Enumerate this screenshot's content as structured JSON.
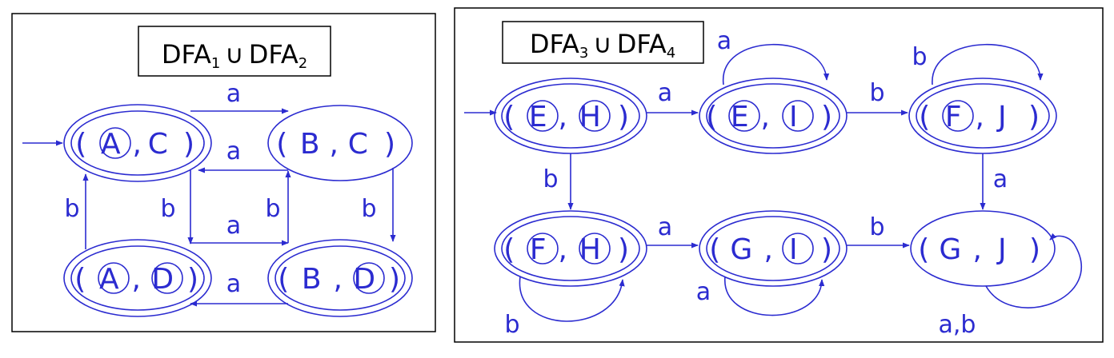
{
  "colors": {
    "ink": "#2b2bd0",
    "frame": "#000000",
    "background": "#ffffff"
  },
  "left": {
    "title": {
      "base1": "DFA",
      "sub1": "1",
      "union": "∪",
      "base2": "DFA",
      "sub2": "2"
    },
    "states": {
      "AC": {
        "open": "(",
        "c1": "A",
        "sep": ",",
        "c2": "C",
        "close": ")"
      },
      "BC": {
        "open": "(",
        "c1": "B",
        "sep": ",",
        "c2": "C",
        "close": ")"
      },
      "AD": {
        "open": "(",
        "c1": "A",
        "sep": ",",
        "c2": "D",
        "close": ")"
      },
      "BD": {
        "open": "(",
        "c1": "B",
        "sep": ",",
        "c2": "D",
        "close": ")"
      }
    },
    "edges": {
      "ac_bc": "a",
      "bc_ac": "a",
      "ad_bd": "a",
      "bd_ad": "a",
      "ad_ac": "b",
      "ac_ad": "b",
      "bd_bc": "b",
      "bc_bd": "b"
    }
  },
  "right": {
    "title": {
      "base1": "DFA",
      "sub1": "3",
      "union": "∪",
      "base2": "DFA",
      "sub2": "4"
    },
    "states": {
      "EH": {
        "open": "(",
        "c1": "E",
        "sep": ",",
        "c2": "H",
        "close": ")"
      },
      "EI": {
        "open": "(",
        "c1": "E",
        "sep": ",",
        "c2": "I",
        "close": ")"
      },
      "FJ": {
        "open": "(",
        "c1": "F",
        "sep": ",",
        "c2": "J",
        "close": ")"
      },
      "FH": {
        "open": "(",
        "c1": "F",
        "sep": ",",
        "c2": "H",
        "close": ")"
      },
      "GI": {
        "open": "(",
        "c1": "G",
        "sep": ",",
        "c2": "I",
        "close": ")"
      },
      "GJ": {
        "open": "(",
        "c1": "G",
        "sep": ",",
        "c2": "J",
        "close": ")"
      }
    },
    "edges": {
      "eh_ei": "a",
      "ei_loop": "a",
      "ei_fj": "b",
      "fj_loop": "b",
      "eh_fh": "b",
      "fj_gj": "a",
      "fh_gi": "a",
      "gi_gj": "b",
      "fh_loop": "b",
      "gi_loop": "a",
      "gj_loop": "a,b"
    }
  }
}
